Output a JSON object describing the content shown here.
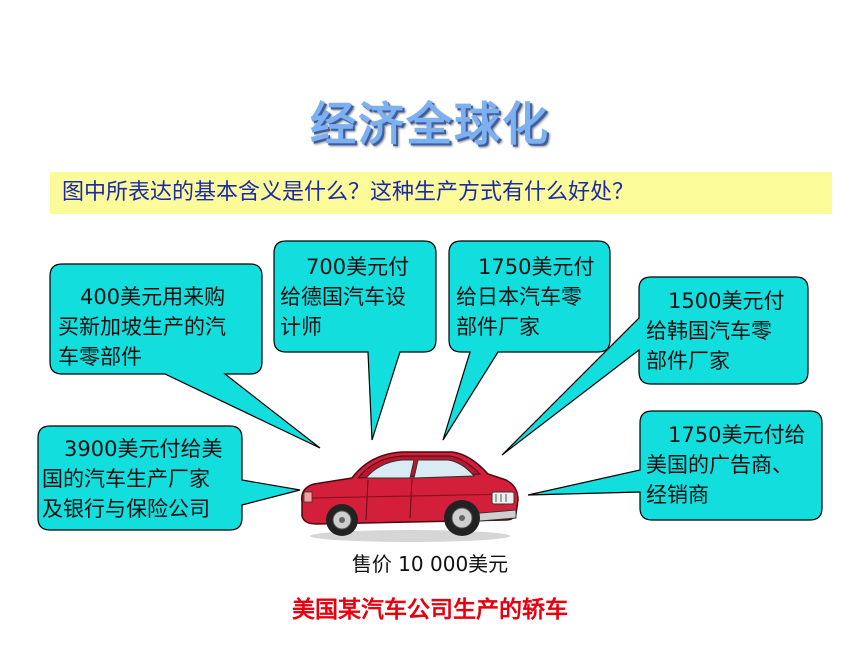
{
  "slide": {
    "title": "经济全球化",
    "question": "图中所表达的基本含义是什么？这种生产方式有什么好处？",
    "bubbles": [
      {
        "line1": "400美元用来购",
        "line2": "买新加坡生产的汽",
        "line3": "车零部件"
      },
      {
        "line1": "700美元付",
        "line2": "给德国汽车设",
        "line3": "计师"
      },
      {
        "line1": "1750美元付",
        "line2": "给日本汽车零",
        "line3": "部件厂家"
      },
      {
        "line1": "1500美元付",
        "line2": "给韩国汽车零",
        "line3": "部件厂家"
      },
      {
        "line1": "3900美元付给美",
        "line2": "国的汽车生产厂家",
        "line3": "及银行与保险公司"
      },
      {
        "line1": "1750美元付给",
        "line2": "美国的广告商、",
        "line3": "经销商"
      }
    ],
    "price_label": "售价 10 000美元",
    "caption": "美国某汽车公司生产的轿车"
  },
  "colors": {
    "bubble_fill": "#12dede",
    "question_bg": "#fbfb9a",
    "title_color": "#7db0ee",
    "caption_color": "#e8000f",
    "car_body": "#d41f3a"
  }
}
